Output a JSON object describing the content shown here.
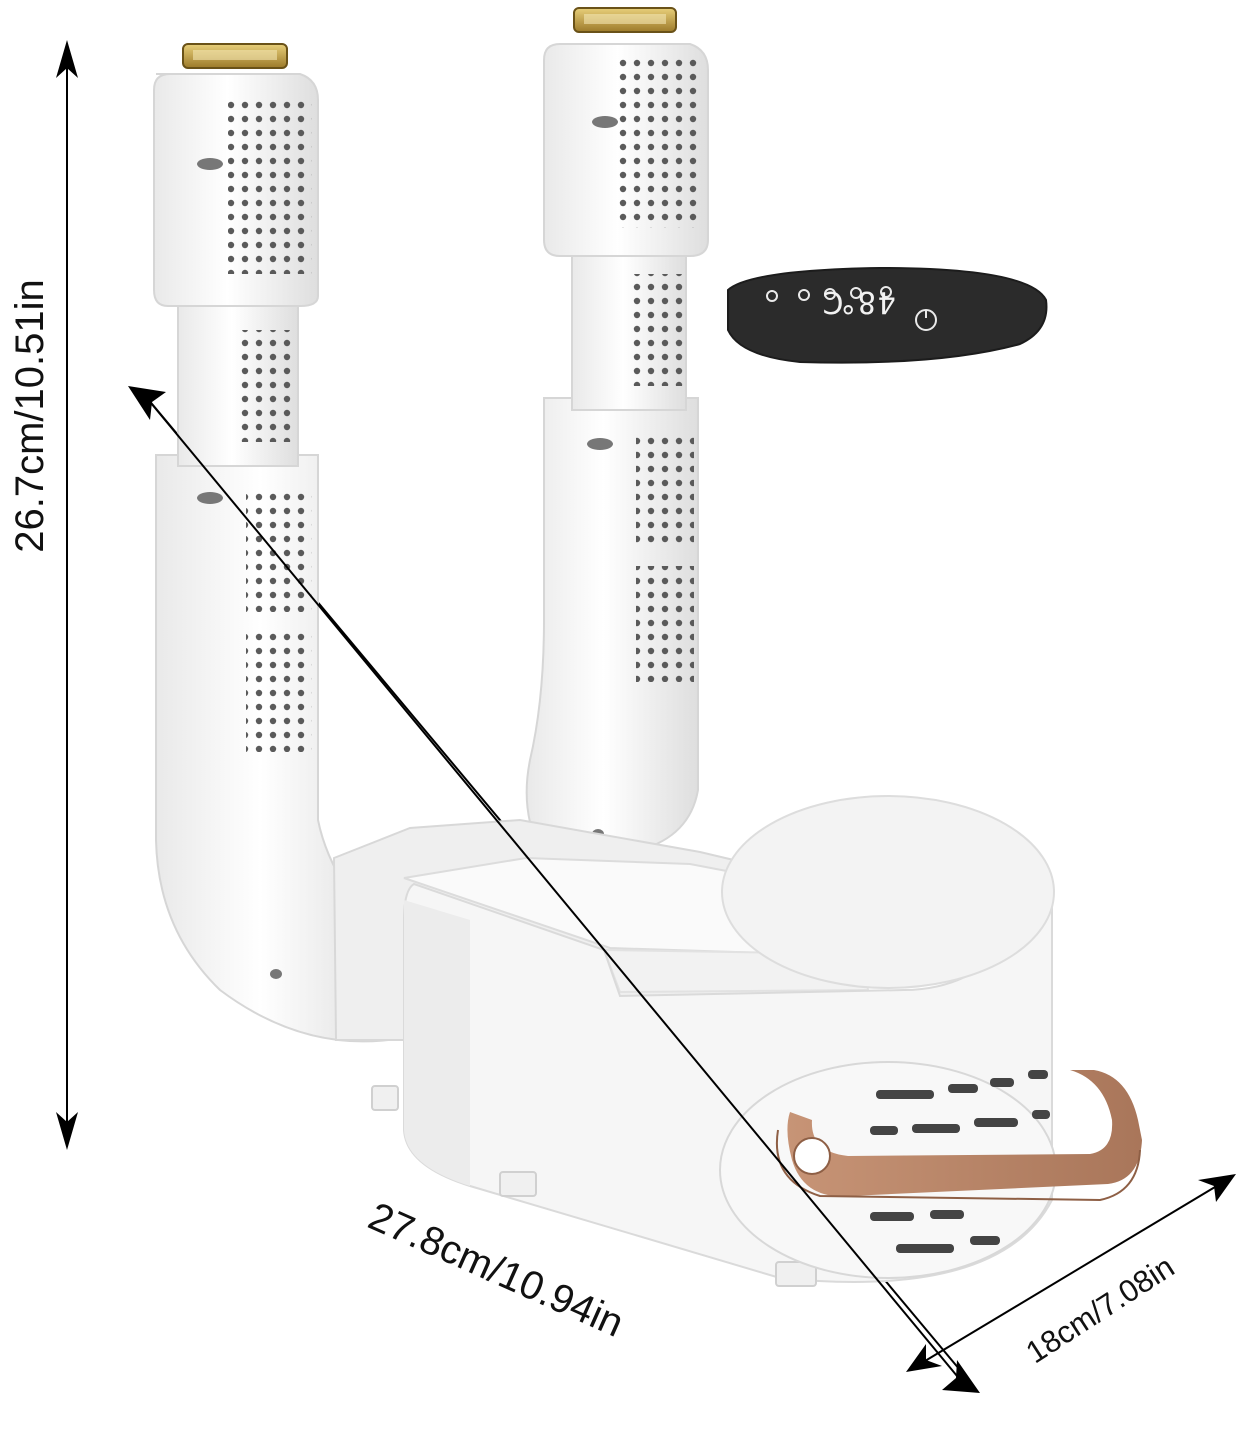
{
  "dimensions": {
    "height": "26.7cm/10.51in",
    "length": "27.8cm/10.94in",
    "width": "18cm/7.08in"
  },
  "display": {
    "readout": "48℃"
  },
  "colors": {
    "background": "#ffffff",
    "body": "#f4f4f4",
    "shade": "#dcdcdc",
    "vent": "#555555",
    "panel": "#2b2b2b",
    "strap": "#b9876a",
    "cap": "#c9a646",
    "arrow": "#000000"
  },
  "icons": [
    "up-down-arrow-icon",
    "diagonal-arrow-icon",
    "power-icon"
  ]
}
